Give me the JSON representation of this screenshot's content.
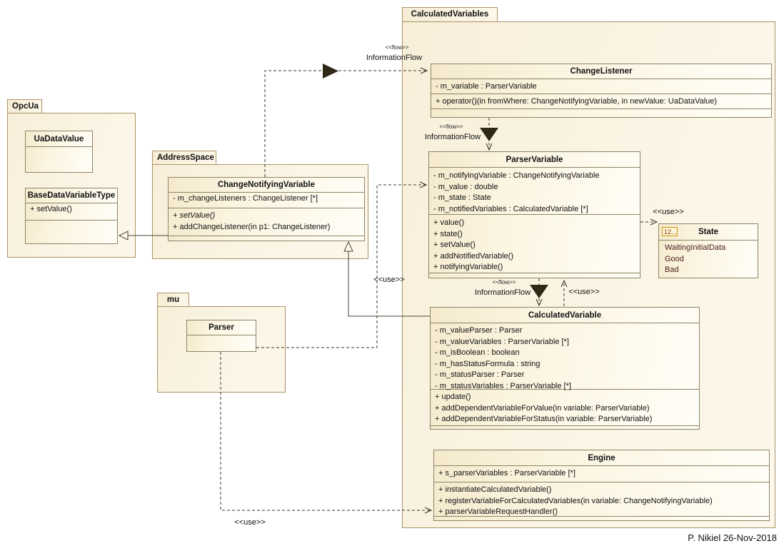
{
  "diagram": {
    "annotation": "P. Nikiel 26-Nov-2018"
  },
  "packages": {
    "opcua": {
      "label": "OpcUa"
    },
    "addressSpace": {
      "label": "AddressSpace"
    },
    "mu": {
      "label": "mu"
    },
    "calculatedVariables": {
      "label": "CalculatedVariables"
    }
  },
  "classes": {
    "uaDataValue": {
      "name": "UaDataValue"
    },
    "baseDataVariableType": {
      "name": "BaseDataVariableType",
      "operations": [
        "+ setValue()"
      ]
    },
    "changeNotifyingVariable": {
      "name": "ChangeNotifyingVariable",
      "attributes": [
        "- m_changeListeners : ChangeListener [*]"
      ],
      "operations": [
        "+ setValue()",
        "+ addChangeListener(in p1: ChangeListener)"
      ]
    },
    "changeListener": {
      "name": "ChangeListener",
      "attributes": [
        "- m_variable : ParserVariable"
      ],
      "operations": [
        "+ operator()(in fromWhere: ChangeNotifyingVariable, in newValue: UaDataValue)"
      ]
    },
    "parserVariable": {
      "name": "ParserVariable",
      "attributes": [
        "- m_notifyingVariable : ChangeNotifyingVariable",
        "- m_value : double",
        "- m_state : State",
        "- m_notifiedVariables : CalculatedVariable [*]"
      ],
      "operations": [
        "+ value()",
        "+ state()",
        "+ setValue()",
        "+ addNotifiedVariable()",
        "+ notifyingVariable()"
      ]
    },
    "state": {
      "name": "State",
      "badge": "12...",
      "literals": [
        "WaitingInitialData",
        "Good",
        "Bad"
      ]
    },
    "calculatedVariable": {
      "name": "CalculatedVariable",
      "attributes": [
        "- m_valueParser : Parser",
        "- m_valueVariables : ParserVariable [*]",
        "- m_isBoolean : boolean",
        "- m_hasStatusFormula : string",
        "- m_statusParser : Parser",
        "- m_statusVariables : ParserVariable [*]"
      ],
      "operations": [
        "+ update()",
        "+ addDependentVariableForValue(in variable: ParserVariable)",
        "+ addDependentVariableForStatus(in variable: ParserVariable)"
      ]
    },
    "engine": {
      "name": "Engine",
      "attributes": [
        "+ s_parserVariables : ParserVariable [*]"
      ],
      "operations": [
        "+ instantiateCalculatedVariable()",
        "+ registerVariableForCalculatedVariables(in variable: ChangeNotifyingVariable)",
        "+ parserVariableRequestHandler()"
      ]
    },
    "parser": {
      "name": "Parser"
    }
  },
  "connectors": {
    "flow_cnv_to_changelistener": {
      "stereotype": "<<flow>>",
      "name": "InformationFlow"
    },
    "flow_changelistener_to_parservariable": {
      "stereotype": "<<flow>>",
      "name": "InformationFlow"
    },
    "flow_parservariable_to_calculatedvariable": {
      "stereotype": "<<flow>>",
      "name": "InformationFlow"
    },
    "use_calculatedvariable_to_parservariable": {
      "stereotype": "<<use>>"
    },
    "use_parservariable_to_state": {
      "stereotype": "<<use>>"
    },
    "use_parser_to_parservariable": {
      "stereotype": "<<use>>"
    },
    "use_parser_to_engine": {
      "stereotype": "<<use>>"
    }
  },
  "colors": {
    "package_border": "#ab9364",
    "class_border": "#8d8465",
    "class_fill_start": "#f5eacd",
    "class_fill_end": "#fffef7",
    "flow_triangle": "#2f2817",
    "enum_literal_text": "#4a1d1d",
    "enum_badge_border": "#c8930a"
  }
}
